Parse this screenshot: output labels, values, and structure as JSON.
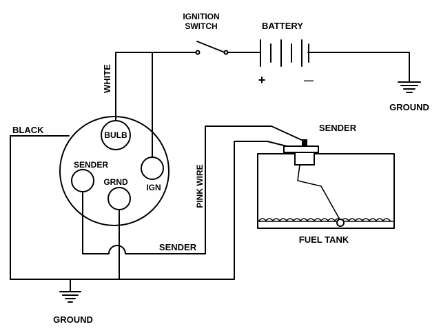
{
  "labels": {
    "ignition_switch_line1": "IGNITION",
    "ignition_switch_line2": "SWITCH",
    "battery": "BATTERY",
    "battery_plus": "+",
    "battery_minus": "—",
    "ground_battery": "GROUND",
    "white": "WHITE",
    "black": "BLACK",
    "pink_wire": "PINK WIRE",
    "sender_top": "SENDER",
    "sender_wire": "SENDER",
    "fuel_tank": "FUEL TANK",
    "ground_gauge": "GROUND"
  },
  "gauge": {
    "bulb": "BULB",
    "sender": "SENDER",
    "grnd": "GRND",
    "ign": "IGN"
  },
  "colors": {
    "line": "#000000",
    "background": "#ffffff"
  }
}
